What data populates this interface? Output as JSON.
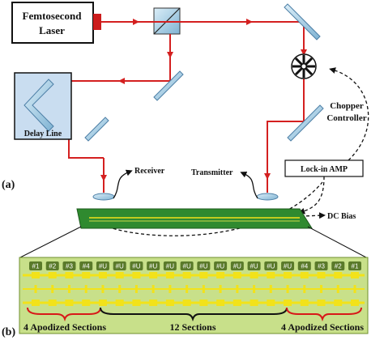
{
  "labels": {
    "laser": [
      "Femtosecond",
      "Laser"
    ],
    "delay_line": "Delay Line",
    "chopper_controller": [
      "Chopper",
      "Controller"
    ],
    "lockin": "Lock-in AMP",
    "receiver": "Receiver",
    "transmitter": "Transmitter",
    "dc_bias": "DC Bias",
    "panel_a": "(a)",
    "panel_b": "(b)",
    "left_sections": "4 Apodized Sections",
    "mid_sections": "12 Sections",
    "right_sections": "4 Apodized Sections"
  },
  "section_tags": [
    "#1",
    "#2",
    "#3",
    "#4",
    "#U",
    "#U",
    "#U",
    "#U",
    "#U",
    "#U",
    "#U",
    "#U",
    "#U",
    "#U",
    "#U",
    "#U",
    "#4",
    "#3",
    "#2",
    "#1"
  ],
  "colors": {
    "beam": "#d42020",
    "mirror": "#9fc7e0",
    "board": "#2f8a2f",
    "panel_bg": "#c8e08a",
    "line": "#f2e21a",
    "brace": "#d81818"
  }
}
